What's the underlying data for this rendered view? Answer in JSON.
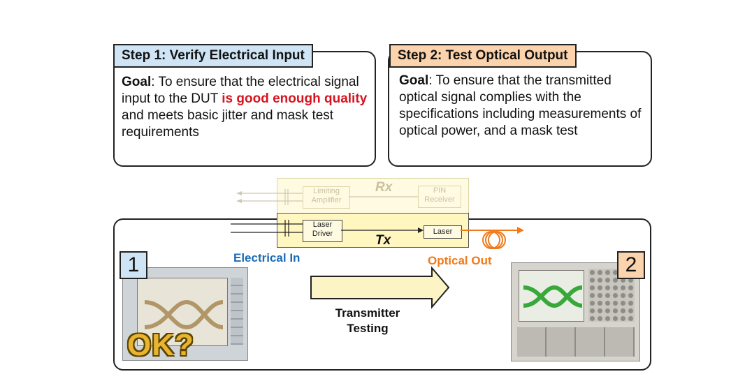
{
  "step1": {
    "title": "Step 1:  Verify Electrical Input",
    "goal_label": "Goal",
    "goal_pre": ":  To ensure that the electrical signal input to the DUT ",
    "goal_emph": "is good enough quality",
    "goal_post": " and meets basic jitter and mask test requirements",
    "tab_color": "#cfe5f5"
  },
  "step2": {
    "title": "Step 2:  Test Optical Output",
    "goal_label": "Goal",
    "goal_text": ":  To ensure that the transmitted optical signal complies with the specifications including measurements of optical power, and a mask test",
    "tab_color": "#fbd3ad"
  },
  "diagram": {
    "rx_label": "Rx",
    "tx_label": "Tx",
    "limiting_amplifier": "Limiting Amplifier",
    "pin_receiver": "PIN Receiver",
    "laser_driver": "Laser Driver",
    "laser": "Laser",
    "electrical_in": "Electrical In",
    "optical_out": "Optical Out",
    "transmitter_testing": "Transmitter Testing",
    "num1": "1",
    "num2": "2",
    "ok_text": "OK?",
    "electrical_color": "#1a6bb5",
    "optical_color": "#f07a1a"
  }
}
